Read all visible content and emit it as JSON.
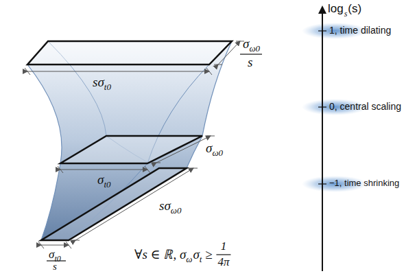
{
  "diagram": {
    "labels": [
      "log",
      "s",
      "(s)",
      "1, time dilating",
      "0, central scaling",
      "−1, time shrinking",
      "sσ",
      "t0",
      "σ",
      "ω0",
      "s",
      "σ",
      "t0",
      "σ",
      "ω0",
      "sσ",
      "ω0",
      "σ",
      "t0",
      "s",
      "∀s ∈ ℝ, σ",
      "ω",
      "σ",
      "t",
      " ≥ ",
      "1",
      "4π"
    ]
  }
}
